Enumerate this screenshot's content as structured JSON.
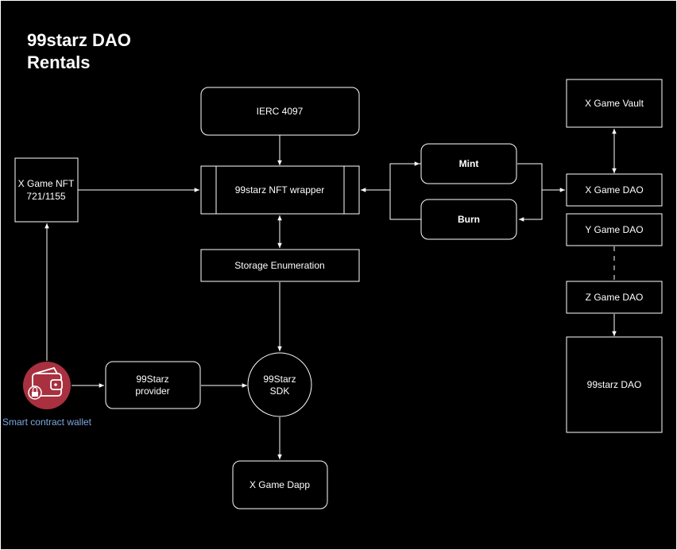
{
  "title": {
    "line1": "99starz DAO",
    "line2": "Rentals"
  },
  "nodes": {
    "ierc": "IERC 4097",
    "wrapper": "99starz NFT wrapper",
    "storage": "Storage Enumeration",
    "xgame_nft_line1": "X Game NFT",
    "xgame_nft_line2": "721/1155",
    "mint": "Mint",
    "burn": "Burn",
    "xgame_vault": "X Game Vault",
    "xgame_dao": "X Game DAO",
    "ygame_dao": "Y Game DAO",
    "zgame_dao": "Z Game DAO",
    "starz_dao": "99starz DAO",
    "provider_line1": "99Starz",
    "provider_line2": "provider",
    "sdk_line1": "99Starz",
    "sdk_line2": "SDK",
    "dapp": "X Game Dapp",
    "wallet_caption": "Smart contract wallet"
  },
  "icons": {
    "wallet": "wallet-lock-icon"
  },
  "colors": {
    "background": "#000000",
    "stroke": "#ffffff",
    "wallet_fill": "#a8303f",
    "caption": "#7ea6e0"
  }
}
